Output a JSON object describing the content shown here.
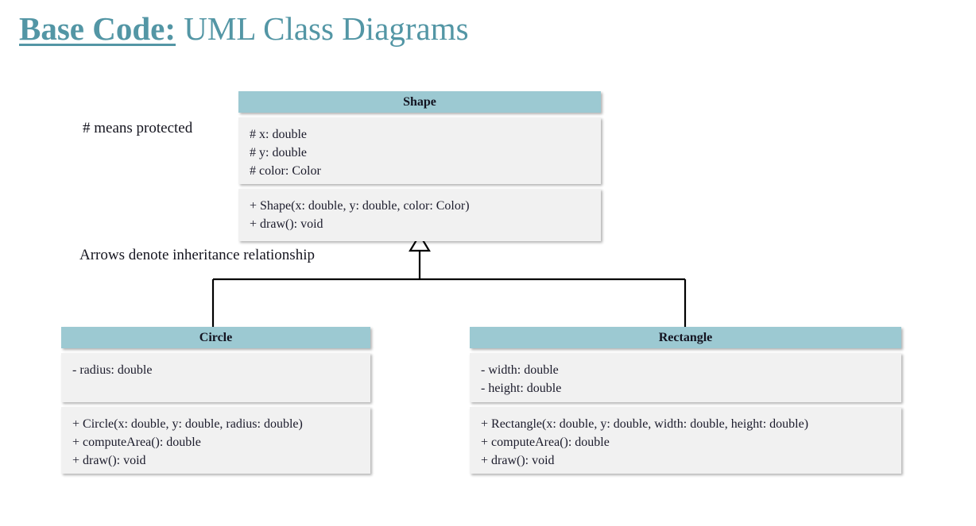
{
  "title": {
    "lead": "Base Code:",
    "rest": " UML Class Diagrams",
    "color": "#5396a5"
  },
  "annotations": {
    "protected_note": "# means protected",
    "inheritance_note": "Arrows denote inheritance relationship"
  },
  "theme": {
    "header_fill": "#9cc9d2",
    "compartment_fill": "#f1f1f1",
    "text_color": "#1b1b2b",
    "connector_color": "#000000"
  },
  "diagram": {
    "type": "uml-class-diagram",
    "relationship": "inheritance",
    "classes": [
      {
        "name": "Shape",
        "role": "superclass",
        "attributes": [
          "# x: double",
          "# y: double",
          "# color: Color"
        ],
        "methods": [
          "+ Shape(x: double, y: double, color: Color)",
          "+ draw(): void"
        ]
      },
      {
        "name": "Circle",
        "role": "subclass",
        "attributes": [
          "- radius: double"
        ],
        "methods": [
          "+ Circle(x: double, y: double, radius: double)",
          "+ computeArea(): double",
          "+ draw(): void"
        ]
      },
      {
        "name": "Rectangle",
        "role": "subclass",
        "attributes": [
          "- width: double",
          "- height: double"
        ],
        "methods": [
          "+ Rectangle(x: double, y: double, width: double, height: double)",
          "+ computeArea(): double",
          "+ draw(): void"
        ]
      }
    ]
  }
}
